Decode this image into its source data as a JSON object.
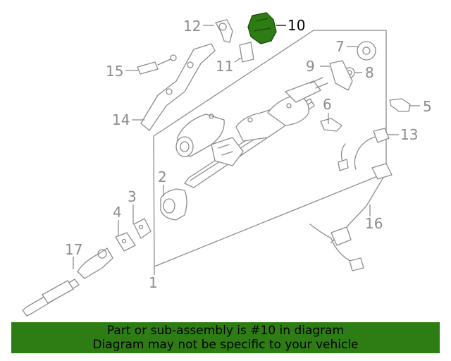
{
  "diagram": {
    "highlight_color": "#2e7d14",
    "callouts": {
      "c1": "1",
      "c2": "2",
      "c3": "3",
      "c4": "4",
      "c5": "5",
      "c6": "6",
      "c7": "7",
      "c8": "8",
      "c9": "9",
      "c10": "10",
      "c11": "11",
      "c12": "12",
      "c13": "13",
      "c14": "14",
      "c15": "15",
      "c16": "16",
      "c17": "17"
    },
    "highlighted_part": "10"
  },
  "banner": {
    "line1": "Part or sub-assembly is #10 in diagram",
    "line2": "Diagram may not be specific to your vehicle",
    "background": "#2e7d14"
  }
}
